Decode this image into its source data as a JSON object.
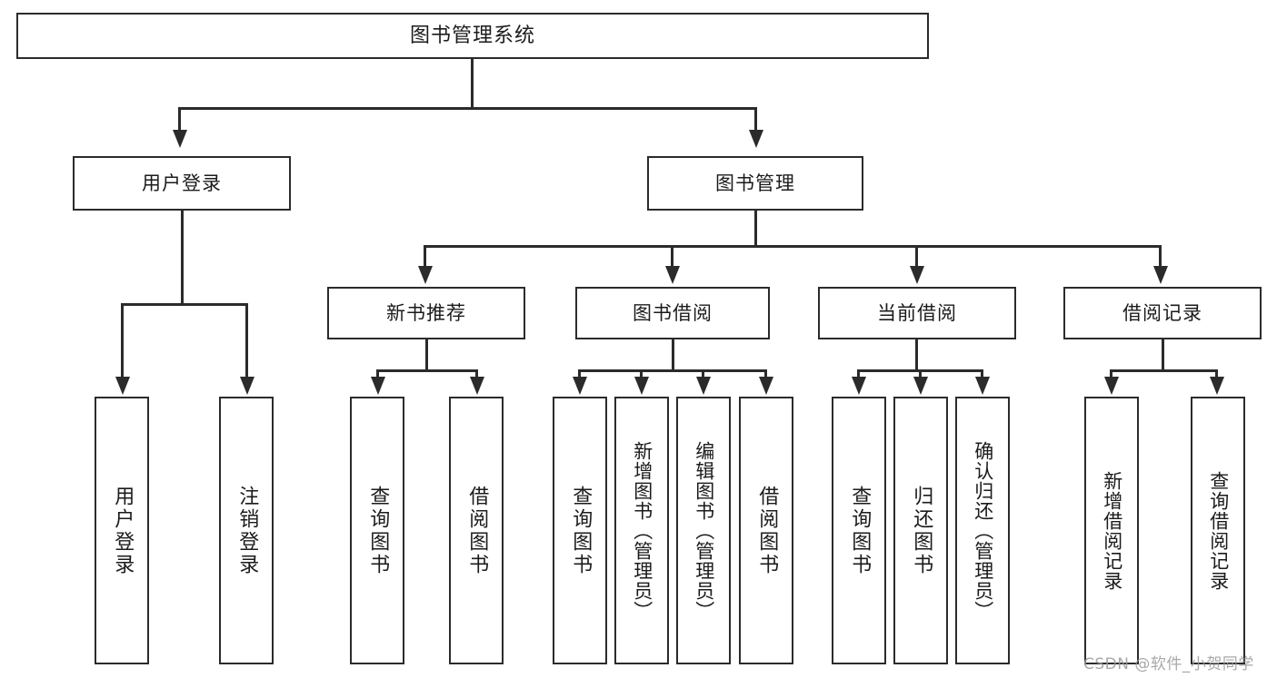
{
  "diagram": {
    "title": "图书管理系统",
    "type": "hierarchy-tree",
    "root": {
      "label": "图书管理系统"
    },
    "level2": [
      {
        "label": "用户登录"
      },
      {
        "label": "图书管理"
      }
    ],
    "level3": [
      {
        "label": "新书推荐"
      },
      {
        "label": "图书借阅"
      },
      {
        "label": "当前借阅"
      },
      {
        "label": "借阅记录"
      }
    ],
    "leaves": {
      "user_login": [
        {
          "label": "用户登录"
        },
        {
          "label": "注销登录"
        }
      ],
      "new_book_recommend": [
        {
          "label": "查询图书"
        },
        {
          "label": "借阅图书"
        }
      ],
      "book_borrow": [
        {
          "label": "查询图书"
        },
        {
          "label": "新增图书（管理员）"
        },
        {
          "label": "编辑图书（管理员）"
        },
        {
          "label": "借阅图书"
        }
      ],
      "current_borrow": [
        {
          "label": "查询图书"
        },
        {
          "label": "归还图书"
        },
        {
          "label": "确认归还（管理员）"
        }
      ],
      "borrow_record": [
        {
          "label": "新增借阅记录"
        },
        {
          "label": "查询借阅记录"
        }
      ]
    }
  },
  "watermark": {
    "text": "CSDN @软件_小贺同学"
  },
  "colors": {
    "stroke": "#2b2b2b",
    "background": "#ffffff",
    "text": "#1b1b1b",
    "watermark": "#9a9a9a"
  }
}
